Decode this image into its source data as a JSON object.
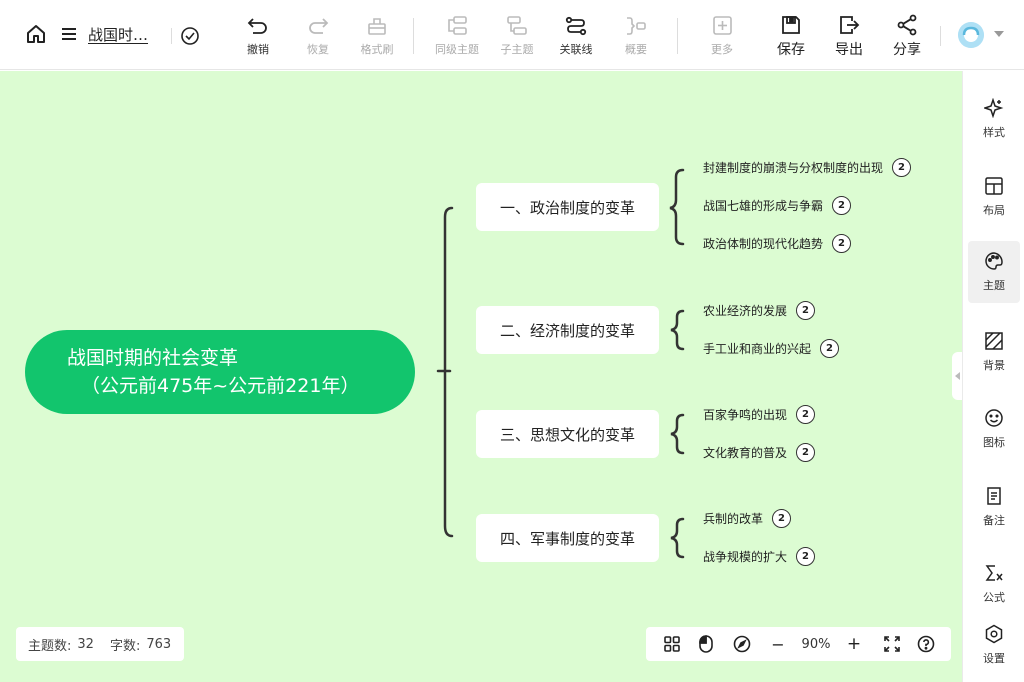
{
  "doc": {
    "title": "战国时…"
  },
  "toolbar": {
    "undo": "撤销",
    "redo": "恢复",
    "format_brush": "格式刷",
    "sibling_topic": "同级主题",
    "child_topic": "子主题",
    "relation_line": "关联线",
    "summary": "概要",
    "more": "更多",
    "save": "保存",
    "export": "导出",
    "share": "分享"
  },
  "right_panel": {
    "style": "样式",
    "layout": "布局",
    "theme": "主题",
    "background": "背景",
    "icon": "图标",
    "note": "备注",
    "formula": "公式",
    "settings": "设置",
    "active": "theme"
  },
  "mindmap": {
    "root": {
      "line1": "战国时期的社会变革",
      "line2": "（公元前475年~公元前221年）"
    },
    "branches": [
      {
        "label": "一、政治制度的变革",
        "children": [
          {
            "label": "封建制度的崩溃与分权制度的出现",
            "count": "2"
          },
          {
            "label": "战国七雄的形成与争霸",
            "count": "2"
          },
          {
            "label": "政治体制的现代化趋势",
            "count": "2"
          }
        ]
      },
      {
        "label": "二、经济制度的变革",
        "children": [
          {
            "label": "农业经济的发展",
            "count": "2"
          },
          {
            "label": "手工业和商业的兴起",
            "count": "2"
          }
        ]
      },
      {
        "label": "三、思想文化的变革",
        "children": [
          {
            "label": "百家争鸣的出现",
            "count": "2"
          },
          {
            "label": "文化教育的普及",
            "count": "2"
          }
        ]
      },
      {
        "label": "四、军事制度的变革",
        "children": [
          {
            "label": "兵制的改革",
            "count": "2"
          },
          {
            "label": "战争规模的扩大",
            "count": "2"
          }
        ]
      }
    ]
  },
  "status": {
    "topics_label": "主题数:",
    "topics": "32",
    "words_label": "字数:",
    "words": "763"
  },
  "zoom": {
    "level": "90%",
    "minus": "−",
    "plus": "+"
  },
  "colors": {
    "canvas": "#dcfcd2",
    "root": "#12c56d",
    "accent": "#12c56d"
  }
}
